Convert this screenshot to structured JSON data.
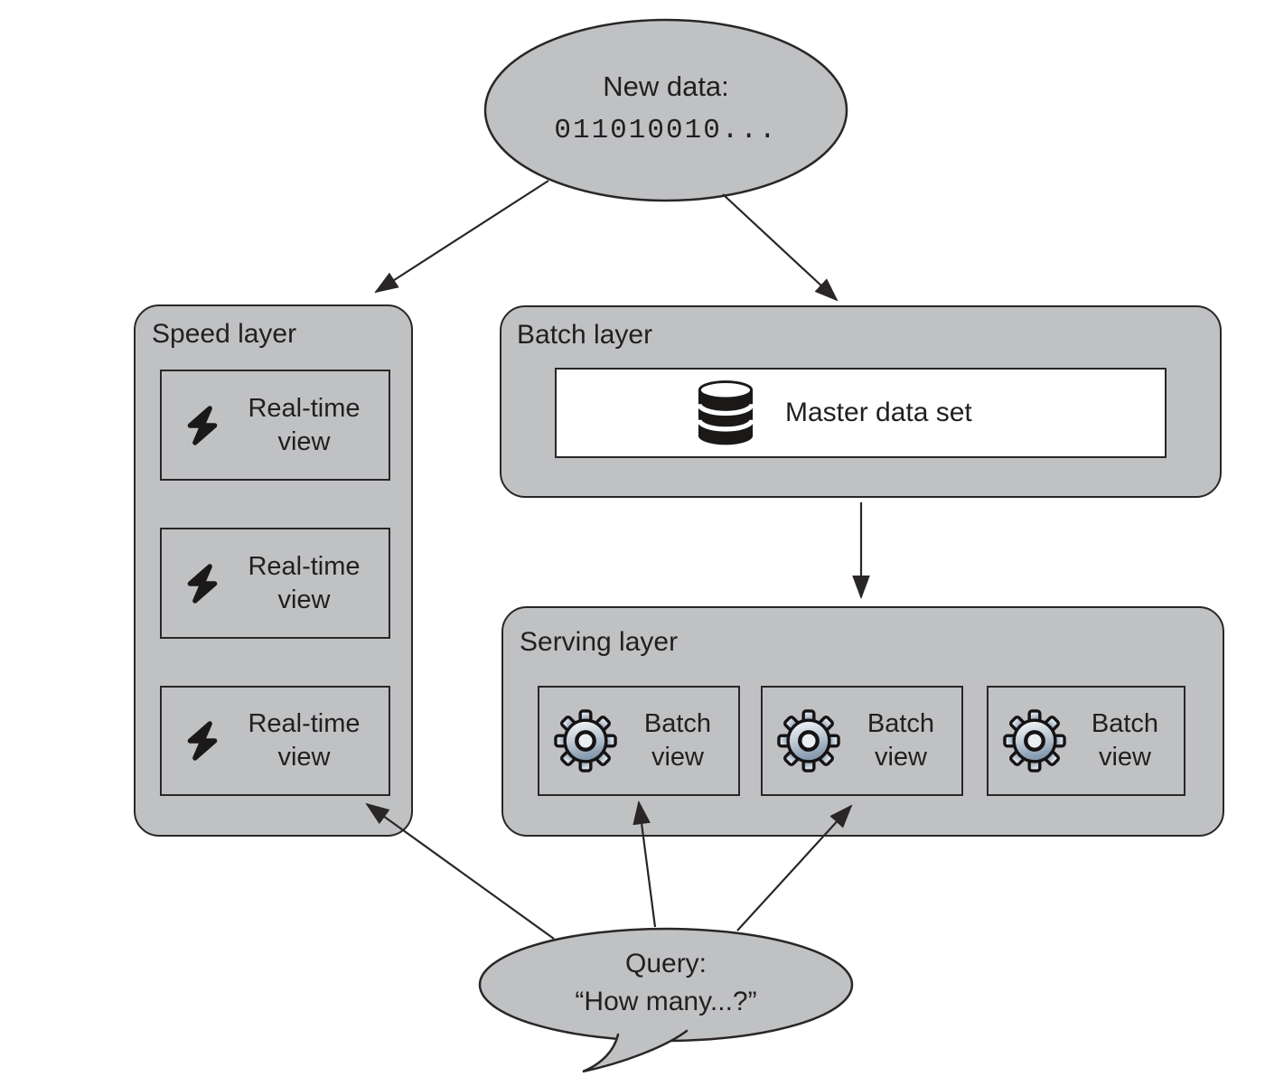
{
  "new_data": {
    "label": "New data:",
    "value": "011010010..."
  },
  "speed_layer": {
    "label": "Speed layer",
    "views": [
      {
        "line1": "Real-time",
        "line2": "view"
      },
      {
        "line1": "Real-time",
        "line2": "view"
      },
      {
        "line1": "Real-time",
        "line2": "view"
      }
    ]
  },
  "batch_layer": {
    "label": "Batch layer",
    "master_data_set": "Master data set"
  },
  "serving_layer": {
    "label": "Serving layer",
    "views": [
      {
        "line1": "Batch",
        "line2": "view"
      },
      {
        "line1": "Batch",
        "line2": "view"
      },
      {
        "line1": "Batch",
        "line2": "view"
      }
    ]
  },
  "query": {
    "label": "Query:",
    "question": "“How many...?”"
  },
  "icons": {
    "speed_view_icon": "lightning-bolt",
    "master_data_icon": "database-cylinder",
    "batch_view_icon": "gear"
  },
  "colors": {
    "shape_fill": "#c0c1c3",
    "stroke": "#2a2627",
    "white_box": "#ffffff",
    "text": "#231f20",
    "gear_light": "#fbfdfe",
    "gear_dark": "#8298ad"
  }
}
